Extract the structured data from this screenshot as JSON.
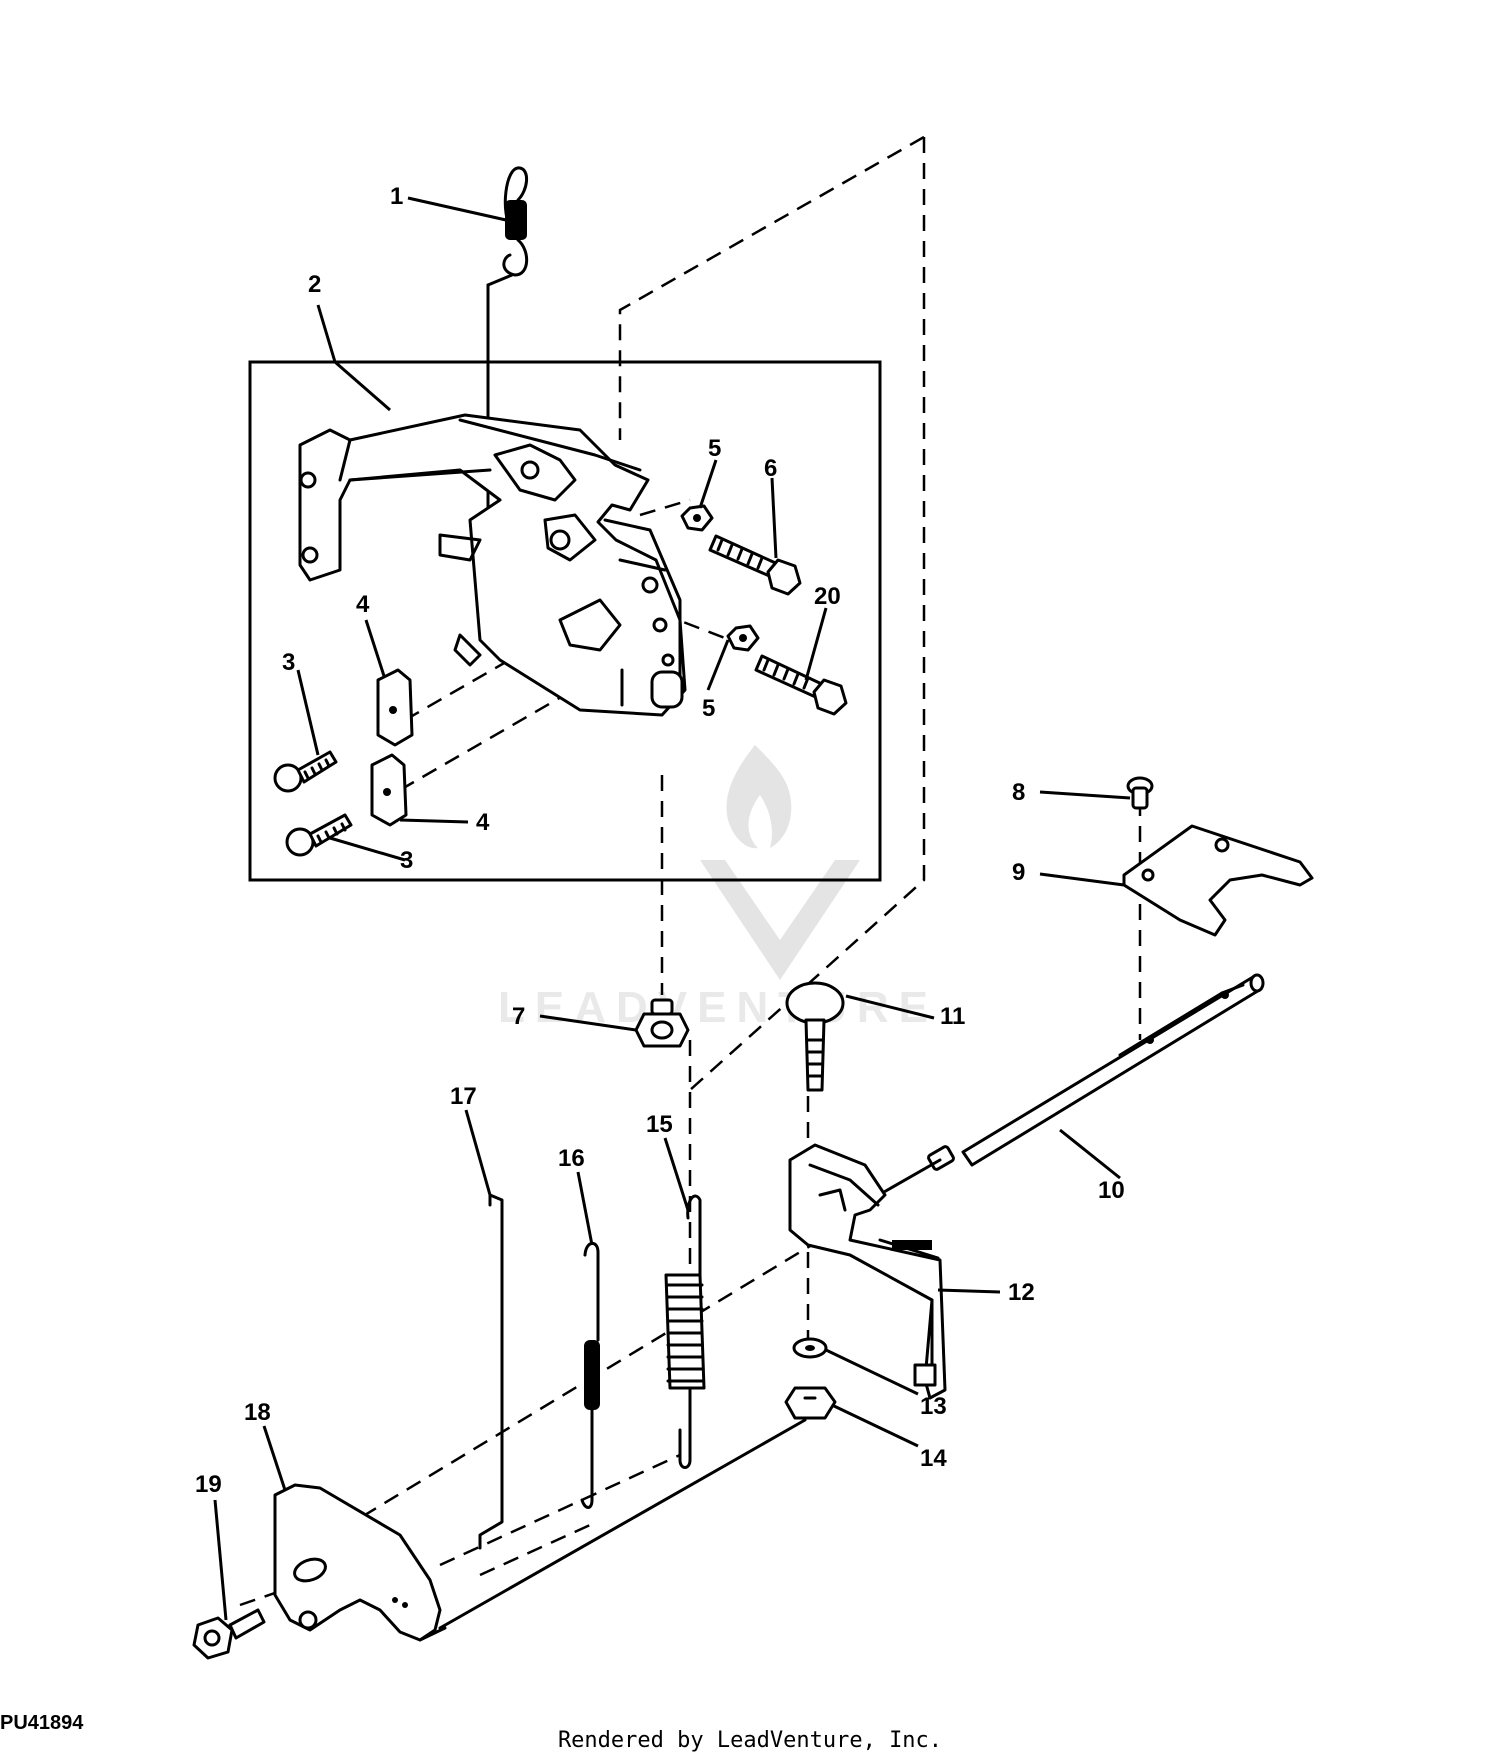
{
  "diagram": {
    "figure_code": "PU41894",
    "watermark": "LEADVENTURE",
    "footer": "Rendered by LeadVenture, Inc.",
    "callouts": {
      "c1": "1",
      "c2": "2",
      "c3a": "3",
      "c3b": "3",
      "c4a": "4",
      "c4b": "4",
      "c5a": "5",
      "c5b": "5",
      "c6": "6",
      "c7": "7",
      "c8": "8",
      "c9": "9",
      "c10": "10",
      "c11": "11",
      "c12": "12",
      "c13": "13",
      "c14": "14",
      "c15": "15",
      "c16": "16",
      "c17": "17",
      "c18": "18",
      "c19": "19",
      "c20": "20"
    }
  }
}
